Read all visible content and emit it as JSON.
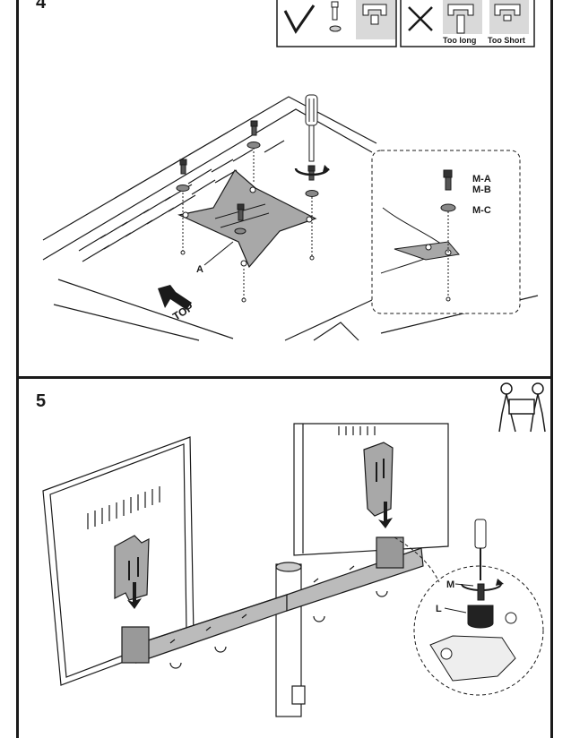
{
  "step4": {
    "number": "4",
    "screw_check": {
      "too_long": "Too long",
      "too_short": "Too Short"
    },
    "labels": {
      "plate": "A",
      "top": "TOP",
      "screw_a": "M-A",
      "screw_b": "M-B",
      "washer": "M-C"
    }
  },
  "step5": {
    "number": "5",
    "labels": {
      "screw": "M",
      "knob": "L"
    }
  },
  "colors": {
    "ink": "#1a1a1a",
    "panel_fill": "#d9d9d9",
    "metal": "#a8a8a8"
  }
}
